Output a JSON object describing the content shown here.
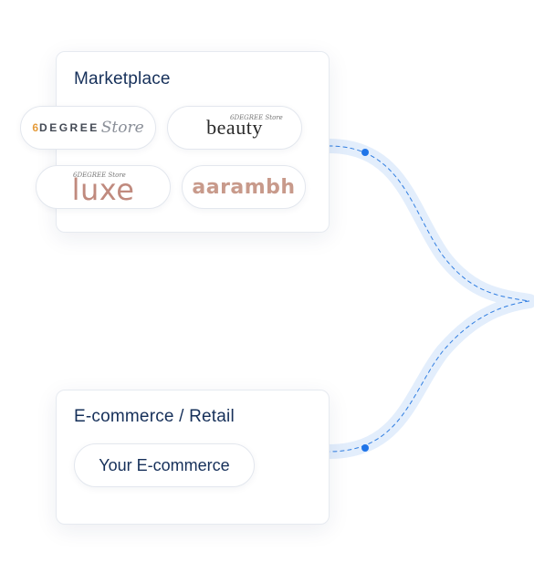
{
  "colors": {
    "title": "#16305a",
    "connector_band": "#e3eefc",
    "connector_dash": "#2f7de1",
    "connector_dot": "#1f74e8",
    "luxe": "#c08a7e",
    "aarambh": "#c89a8b"
  },
  "marketplace": {
    "title": "Marketplace",
    "brands": [
      {
        "name": "6DEGREE Store",
        "logo_number": "6",
        "logo_word": "DEGREE",
        "logo_script": "Store"
      },
      {
        "name": "beauty",
        "logo_word": "beauty",
        "logo_super": "6DEGREE Store"
      },
      {
        "name": "luxe",
        "logo_word": "luxe",
        "logo_super": "6DEGREE Store"
      },
      {
        "name": "aarambh",
        "logo_word": "aarambh"
      }
    ]
  },
  "ecommerce": {
    "title": "E-commerce / Retail",
    "item_label": "Your E-commerce"
  },
  "icons": {
    "connector": "merge-connector-icon"
  }
}
